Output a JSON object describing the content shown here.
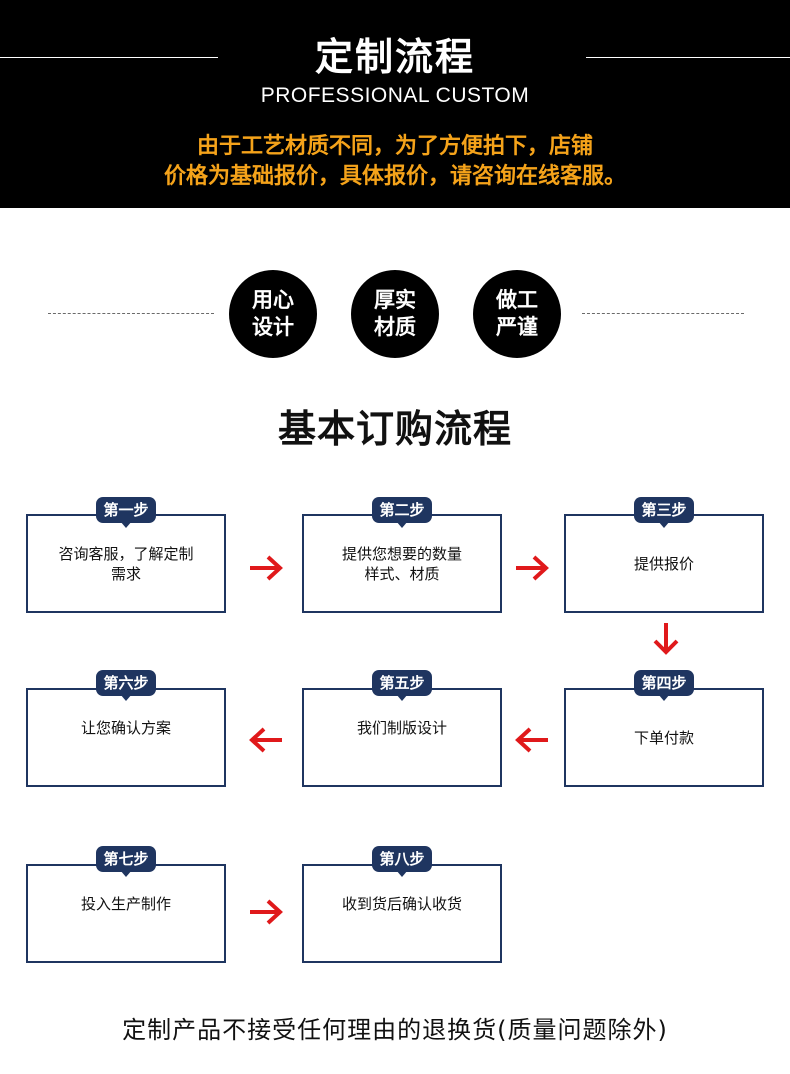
{
  "header": {
    "title": "定制流程",
    "subtitle": "PROFESSIONAL CUSTOM",
    "note_line1": "由于工艺材质不同，为了方便拍下，店铺",
    "note_line2": "价格为基础报价，具体报价，请咨询在线客服。"
  },
  "badges": [
    {
      "line1": "用心",
      "line2": "设计"
    },
    {
      "line1": "厚实",
      "line2": "材质"
    },
    {
      "line1": "做工",
      "line2": "严谨"
    }
  ],
  "flow": {
    "title": "基本订购流程",
    "steps": [
      {
        "tag": "第一步",
        "line1": "咨询客服，了解定制",
        "line2": "需求"
      },
      {
        "tag": "第二步",
        "line1": "提供您想要的数量",
        "line2": "样式、材质"
      },
      {
        "tag": "第三步",
        "line1": "提供报价",
        "line2": ""
      },
      {
        "tag": "第四步",
        "line1": "下单付款",
        "line2": ""
      },
      {
        "tag": "第五步",
        "line1": "我们制版设计",
        "line2": ""
      },
      {
        "tag": "第六步",
        "line1": "让您确认方案",
        "line2": ""
      },
      {
        "tag": "第七步",
        "line1": "投入生产制作",
        "line2": ""
      },
      {
        "tag": "第八步",
        "line1": "收到货后确认收货",
        "line2": ""
      }
    ]
  },
  "footer": "定制产品不接受任何理由的退换货(质量问题除外)",
  "colors": {
    "accent_orange": "#f5a31a",
    "step_navy": "#1f3560",
    "arrow_red": "#e0191b"
  },
  "icons": [
    "arrow-right-icon",
    "arrow-down-icon",
    "arrow-left-icon"
  ]
}
